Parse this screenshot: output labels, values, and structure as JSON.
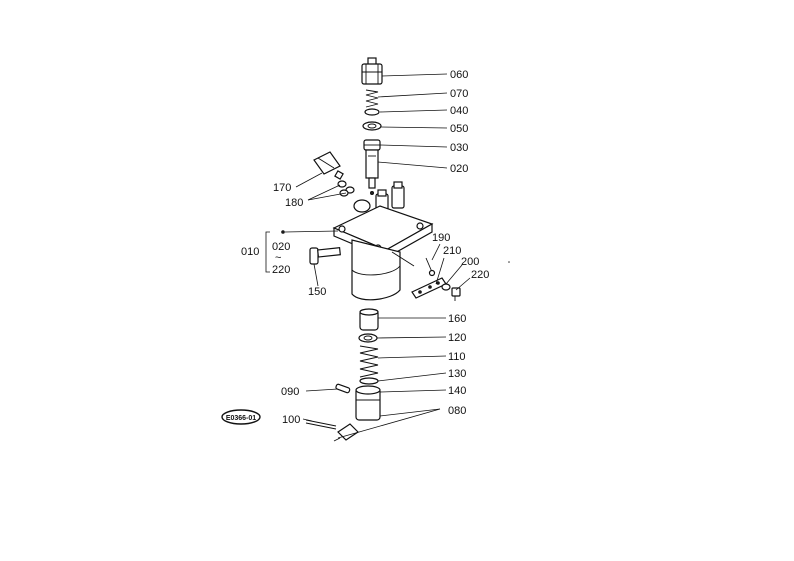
{
  "diagram": {
    "callouts": {
      "p060": "060",
      "p070": "070",
      "p040": "040",
      "p050": "050",
      "p030": "030",
      "p020": "020",
      "p170": "170",
      "p180": "180",
      "p010": "010",
      "p010_range_start": "020",
      "p010_range_sep": "~",
      "p010_range_end": "220",
      "p190": "190",
      "p210": "210",
      "p200": "200",
      "p220": "220",
      "p150": "150",
      "p160": "160",
      "p120": "120",
      "p110": "110",
      "p130": "130",
      "p090": "090",
      "p140": "140",
      "p100": "100",
      "p080": "080"
    },
    "stamp": "E0366-01"
  }
}
